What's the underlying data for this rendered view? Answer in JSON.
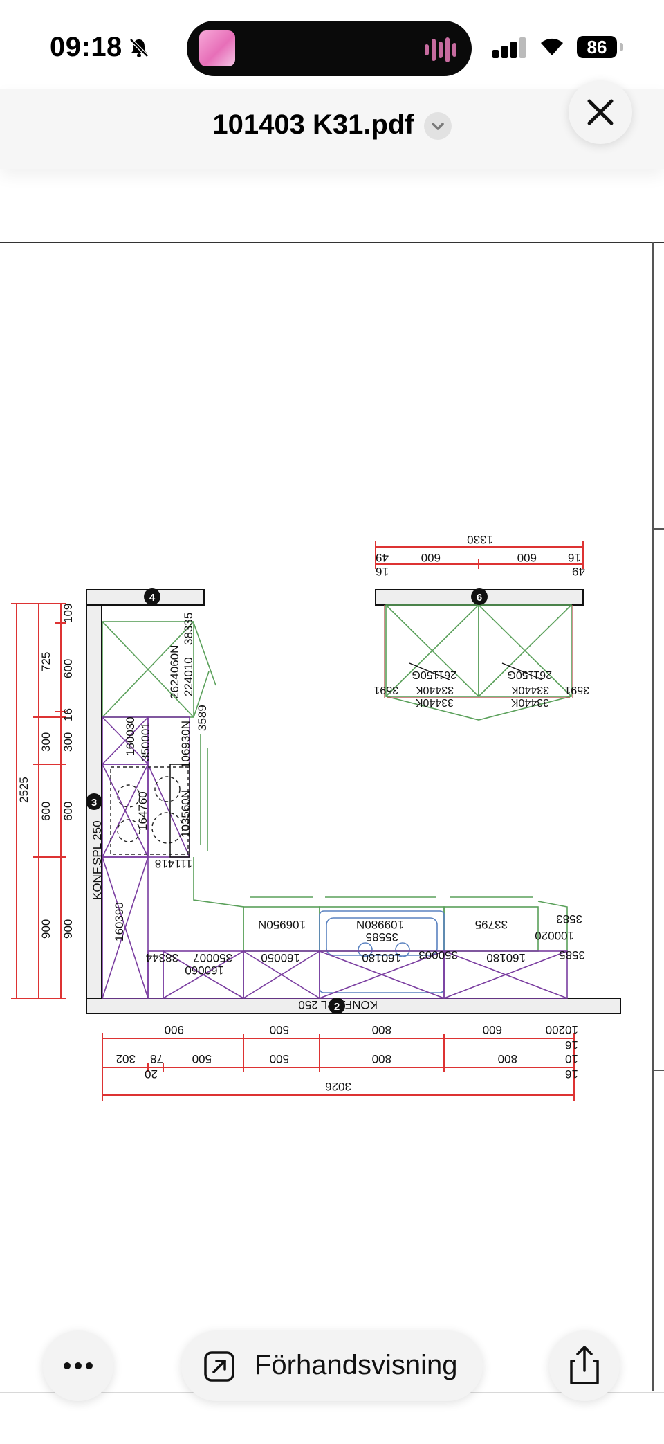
{
  "status": {
    "time": "09:18",
    "battery": "86"
  },
  "header": {
    "title": "101403 K31.pdf"
  },
  "drawing": {
    "left_dims": [
      "2525",
      "725",
      "300",
      "600",
      "900",
      "109",
      "600",
      "16",
      "300",
      "600",
      "900"
    ],
    "top_labels": [
      "1330",
      "16",
      "49",
      "600",
      "600",
      "16",
      "49"
    ],
    "left_cabinet_labels": [
      "2624060N",
      "38335",
      "224010",
      "160030",
      "350001",
      "106930N",
      "3589",
      "164760",
      "103560N",
      "111418",
      "160390",
      "KONF.SPL 250"
    ],
    "upper_cabinet_labels": [
      "261150G",
      "261150G",
      "33440K",
      "33440K",
      "33440K",
      "33440K",
      "3591",
      "3591"
    ],
    "bottom_cabinet_labels": [
      "106950N",
      "109980N",
      "35585",
      "33795",
      "3583",
      "100020",
      "38344",
      "350007",
      "160060",
      "160050",
      "160180",
      "350003",
      "160180",
      "3585",
      "KONF.SPL 250"
    ],
    "markers": [
      "4",
      "6",
      "3",
      "2"
    ],
    "bottom_dims_row1": [
      "900",
      "500",
      "800",
      "600",
      "10200",
      "16"
    ],
    "bottom_dims_row2": [
      "302",
      "78",
      "500",
      "500",
      "800",
      "800",
      "16",
      "10",
      "20"
    ],
    "bottom_total": "3026"
  },
  "bottombar": {
    "preview_label": "Förhandsvisning"
  },
  "icons": {
    "silent": "bell-slash-icon",
    "close": "close-icon",
    "chevron": "chevron-down-icon",
    "more": "ellipsis-icon",
    "open": "arrow-up-right-icon",
    "share": "share-icon"
  }
}
